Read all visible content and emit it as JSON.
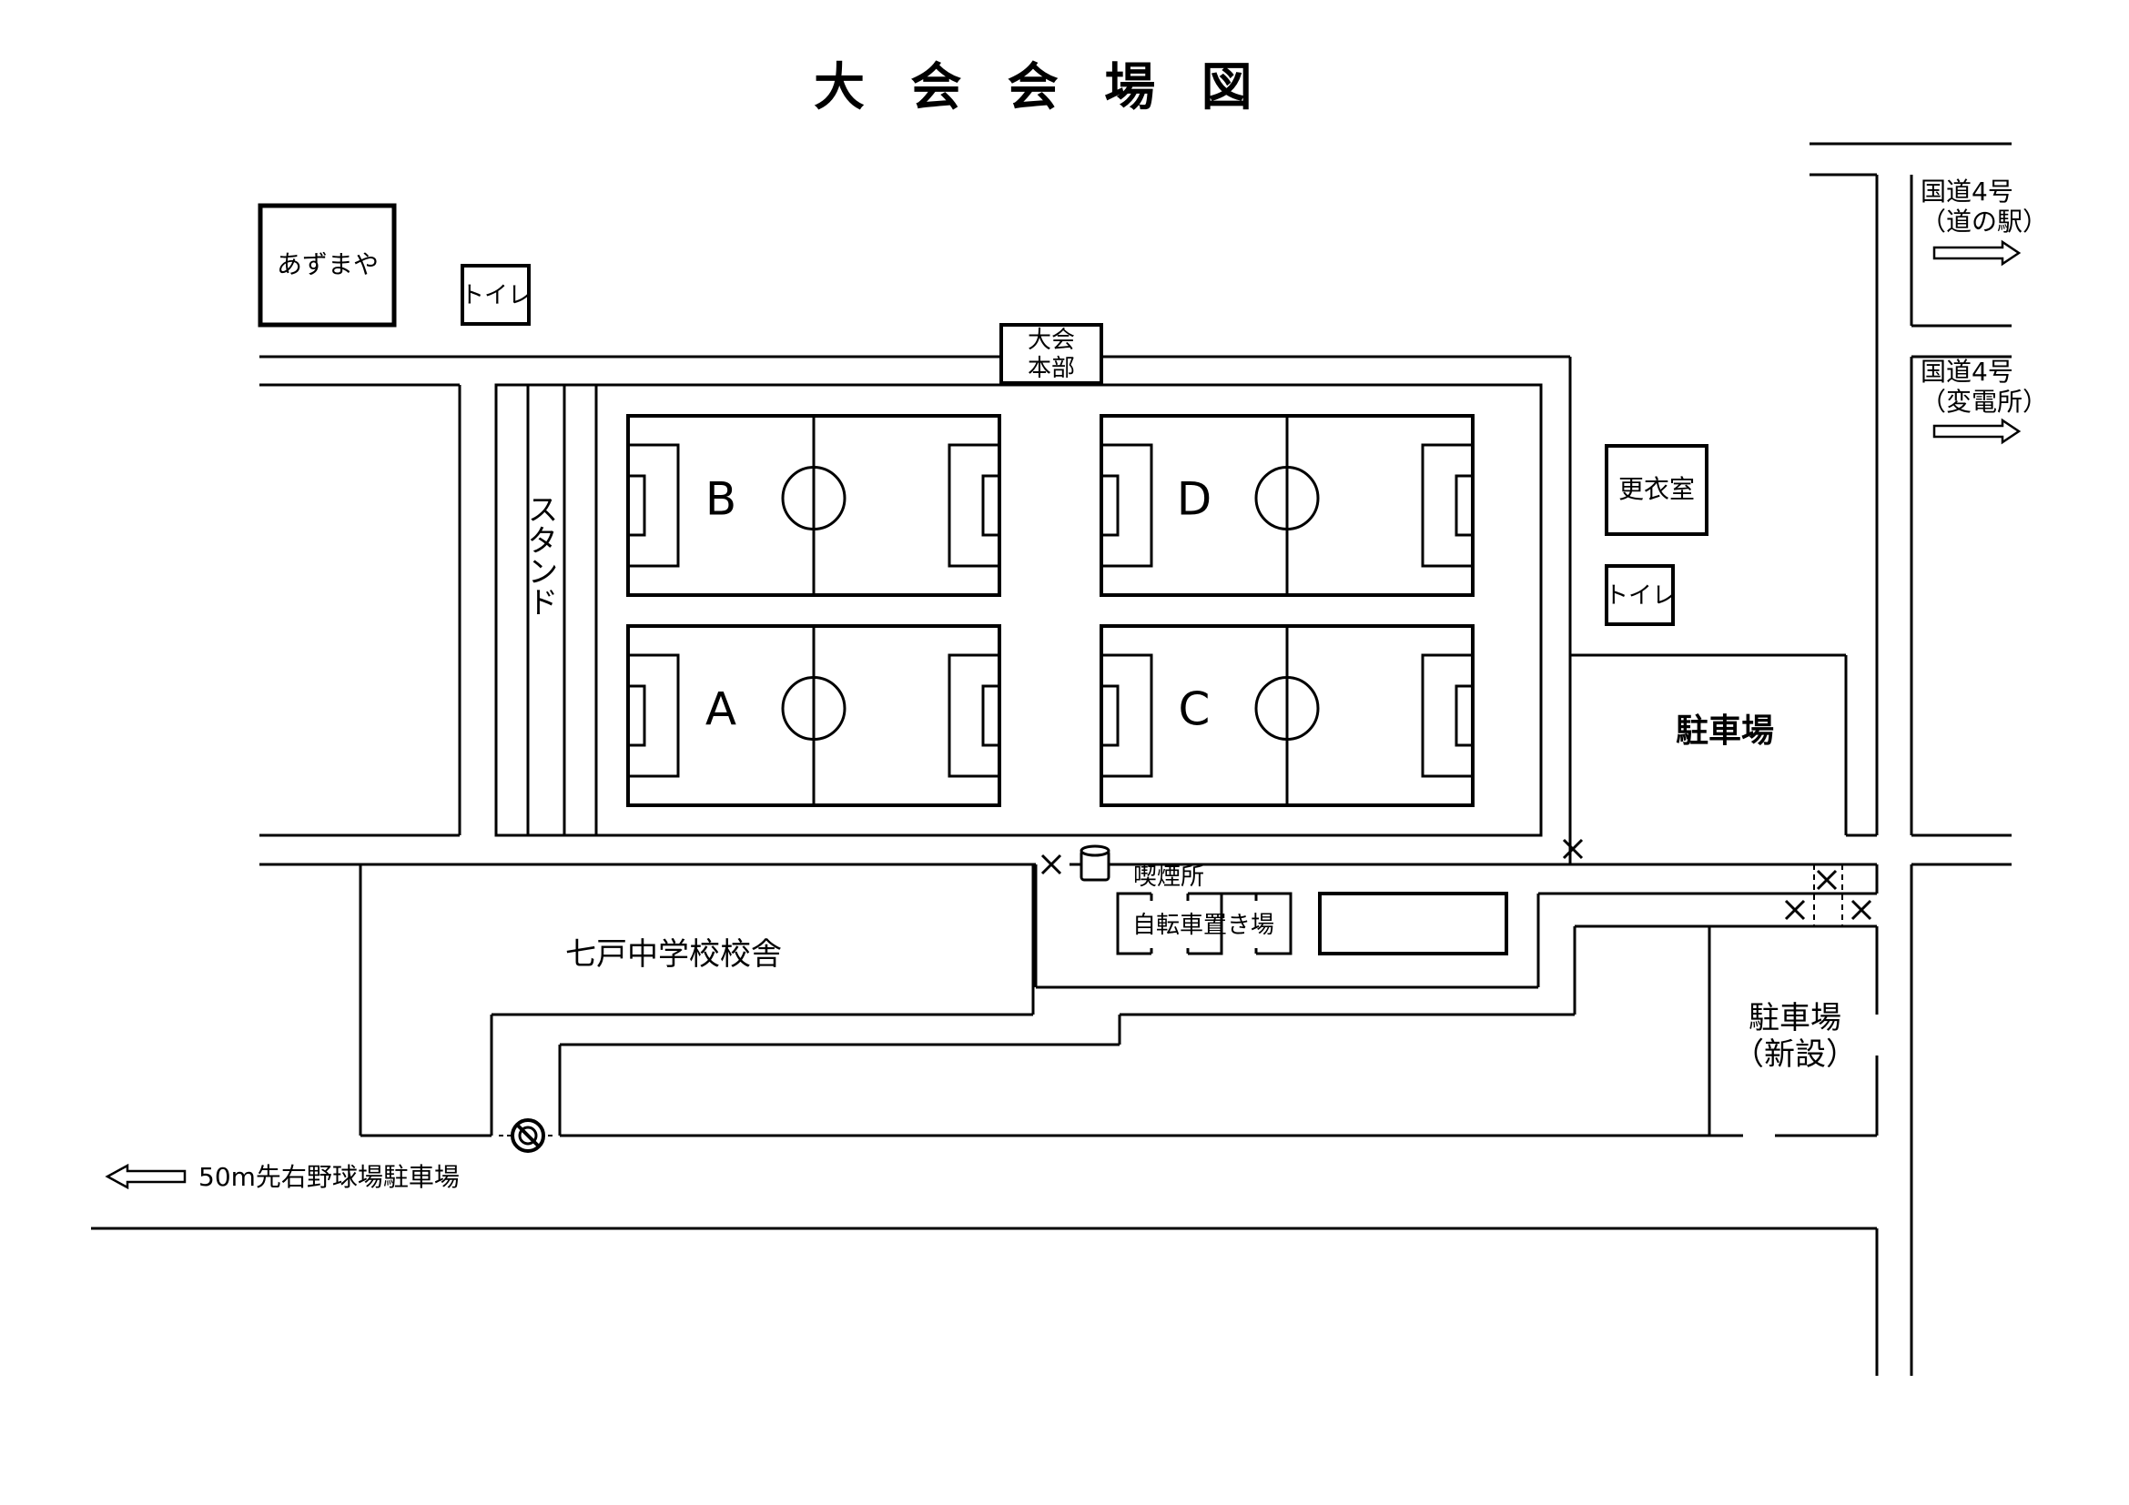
{
  "title": "大会会場図",
  "labels": {
    "azumaya": "あずまや",
    "toilet_top": "トイレ",
    "hq_line1": "大会",
    "hq_line2": "本部",
    "stand": "スタンド",
    "changing_room": "更衣室",
    "toilet_right": "トイレ",
    "parking": "駐車場",
    "smoking": "喫煙所",
    "bike_parking": "自転車置き場",
    "school": "七戸中学校校舎",
    "parking_new_line1": "駐車場",
    "parking_new_line2": "（新設）",
    "route4_a_line1": "国道4号",
    "route4_a_line2": "（道の駅）",
    "route4_b_line1": "国道4号",
    "route4_b_line2": "（変電所）",
    "baseball_parking": "50m先右野球場駐車場"
  },
  "fields": [
    {
      "id": "B",
      "label": "B"
    },
    {
      "id": "D",
      "label": "D"
    },
    {
      "id": "A",
      "label": "A"
    },
    {
      "id": "C",
      "label": "C"
    }
  ],
  "icons": {
    "no_entry": "no-entry-icon",
    "arrow_right": "arrow-right-icon",
    "arrow_left": "arrow-left-icon",
    "closed_x": "x-mark-icon",
    "ashtray": "ashtray-icon"
  }
}
